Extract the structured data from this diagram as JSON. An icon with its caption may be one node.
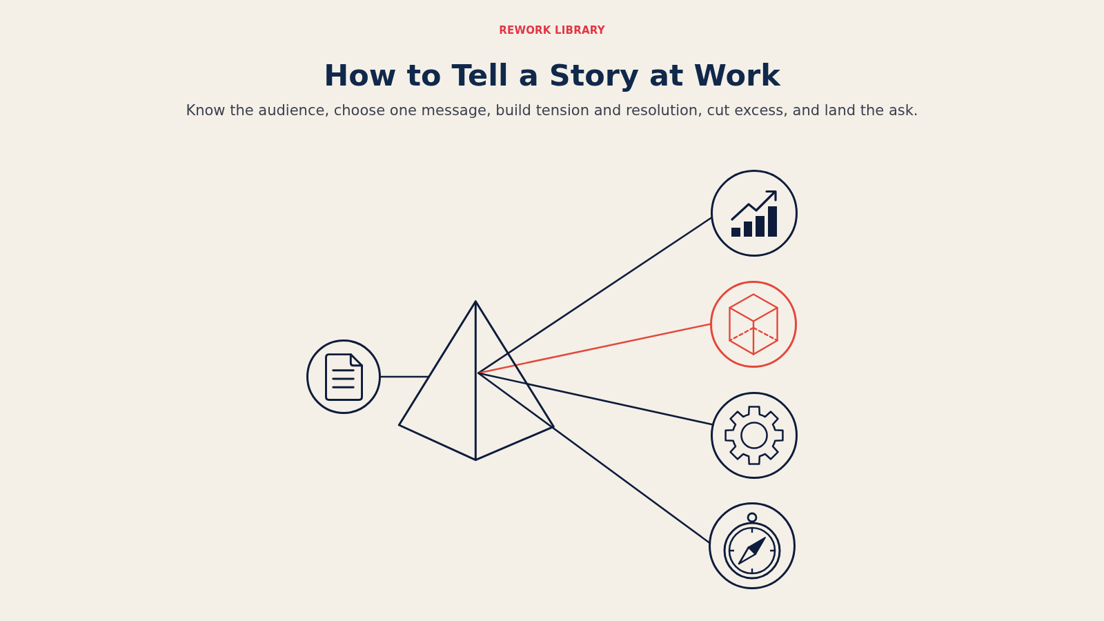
{
  "diagram": {
    "title": "How to Tell a Story at Work",
    "nodes": [
      {
        "text": [],
        "shape": "circle"
      },
      {
        "text": [],
        "shape": "pyramid"
      },
      {
        "text": [],
        "shape": "circle"
      },
      {
        "text": [],
        "shape": "circle"
      },
      {
        "text": [],
        "shape": "circle"
      },
      {
        "text": [],
        "shape": "circle"
      }
    ],
    "edges": [
      {
        "from": 0,
        "to": 1,
        "arrow": "none"
      },
      {
        "from": 1,
        "to": 2,
        "arrow": "none"
      },
      {
        "from": 1,
        "to": 3,
        "arrow": "none",
        "color": "#e24a3b"
      },
      {
        "from": 1,
        "to": 4,
        "arrow": "none"
      },
      {
        "from": 1,
        "to": 5,
        "arrow": "none"
      }
    ],
    "labels": [
      "REWORK LIBRARY",
      "Know the audience, choose one message, build tension and resolution, cut excess, and land the ask."
    ]
  }
}
